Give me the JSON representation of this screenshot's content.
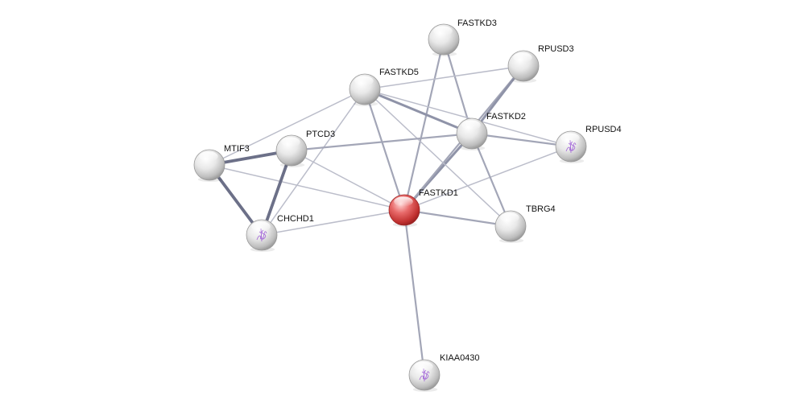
{
  "network": {
    "query_node": "FASTKD1",
    "colors": {
      "query_node": "#e23a3a",
      "node": "#e6e6e6",
      "edge": "#8a8fa3",
      "structure_glyph": "#9b59d6"
    },
    "nodes": [
      {
        "id": "FASTKD3",
        "label": "FASTKD3",
        "query": false,
        "structure_icon": false
      },
      {
        "id": "RPUSD3",
        "label": "RPUSD3",
        "query": false,
        "structure_icon": false
      },
      {
        "id": "FASTKD5",
        "label": "FASTKD5",
        "query": false,
        "structure_icon": false
      },
      {
        "id": "FASTKD2",
        "label": "FASTKD2",
        "query": false,
        "structure_icon": false
      },
      {
        "id": "RPUSD4",
        "label": "RPUSD4",
        "query": false,
        "structure_icon": true
      },
      {
        "id": "MTIF3",
        "label": "MTIF3",
        "query": false,
        "structure_icon": false
      },
      {
        "id": "PTCD3",
        "label": "PTCD3",
        "query": false,
        "structure_icon": false
      },
      {
        "id": "FASTKD1",
        "label": "FASTKD1",
        "query": true,
        "structure_icon": false
      },
      {
        "id": "TBRG4",
        "label": "TBRG4",
        "query": false,
        "structure_icon": false
      },
      {
        "id": "CHCHD1",
        "label": "CHCHD1",
        "query": false,
        "structure_icon": true
      },
      {
        "id": "KIAA0430",
        "label": "KIAA0430",
        "query": false,
        "structure_icon": true
      }
    ],
    "edges": [
      {
        "source": "FASTKD1",
        "target": "FASTKD3",
        "weight": 2
      },
      {
        "source": "FASTKD1",
        "target": "FASTKD5",
        "weight": 2
      },
      {
        "source": "FASTKD1",
        "target": "FASTKD2",
        "weight": 3
      },
      {
        "source": "FASTKD1",
        "target": "RPUSD4",
        "weight": 1
      },
      {
        "source": "FASTKD1",
        "target": "TBRG4",
        "weight": 2
      },
      {
        "source": "FASTKD1",
        "target": "CHCHD1",
        "weight": 1
      },
      {
        "source": "FASTKD1",
        "target": "PTCD3",
        "weight": 1
      },
      {
        "source": "FASTKD1",
        "target": "MTIF3",
        "weight": 1
      },
      {
        "source": "FASTKD1",
        "target": "KIAA0430",
        "weight": 2
      },
      {
        "source": "FASTKD1",
        "target": "RPUSD3",
        "weight": 2
      },
      {
        "source": "FASTKD3",
        "target": "FASTKD2",
        "weight": 2
      },
      {
        "source": "FASTKD5",
        "target": "FASTKD2",
        "weight": 3
      },
      {
        "source": "FASTKD5",
        "target": "RPUSD3",
        "weight": 1
      },
      {
        "source": "FASTKD5",
        "target": "RPUSD4",
        "weight": 1
      },
      {
        "source": "FASTKD5",
        "target": "TBRG4",
        "weight": 1
      },
      {
        "source": "FASTKD5",
        "target": "MTIF3",
        "weight": 1
      },
      {
        "source": "FASTKD5",
        "target": "CHCHD1",
        "weight": 1
      },
      {
        "source": "FASTKD2",
        "target": "RPUSD3",
        "weight": 3
      },
      {
        "source": "FASTKD2",
        "target": "RPUSD4",
        "weight": 2
      },
      {
        "source": "FASTKD2",
        "target": "TBRG4",
        "weight": 2
      },
      {
        "source": "FASTKD2",
        "target": "PTCD3",
        "weight": 2
      },
      {
        "source": "MTIF3",
        "target": "PTCD3",
        "weight": 4
      },
      {
        "source": "MTIF3",
        "target": "CHCHD1",
        "weight": 4
      },
      {
        "source": "PTCD3",
        "target": "CHCHD1",
        "weight": 4
      }
    ]
  }
}
